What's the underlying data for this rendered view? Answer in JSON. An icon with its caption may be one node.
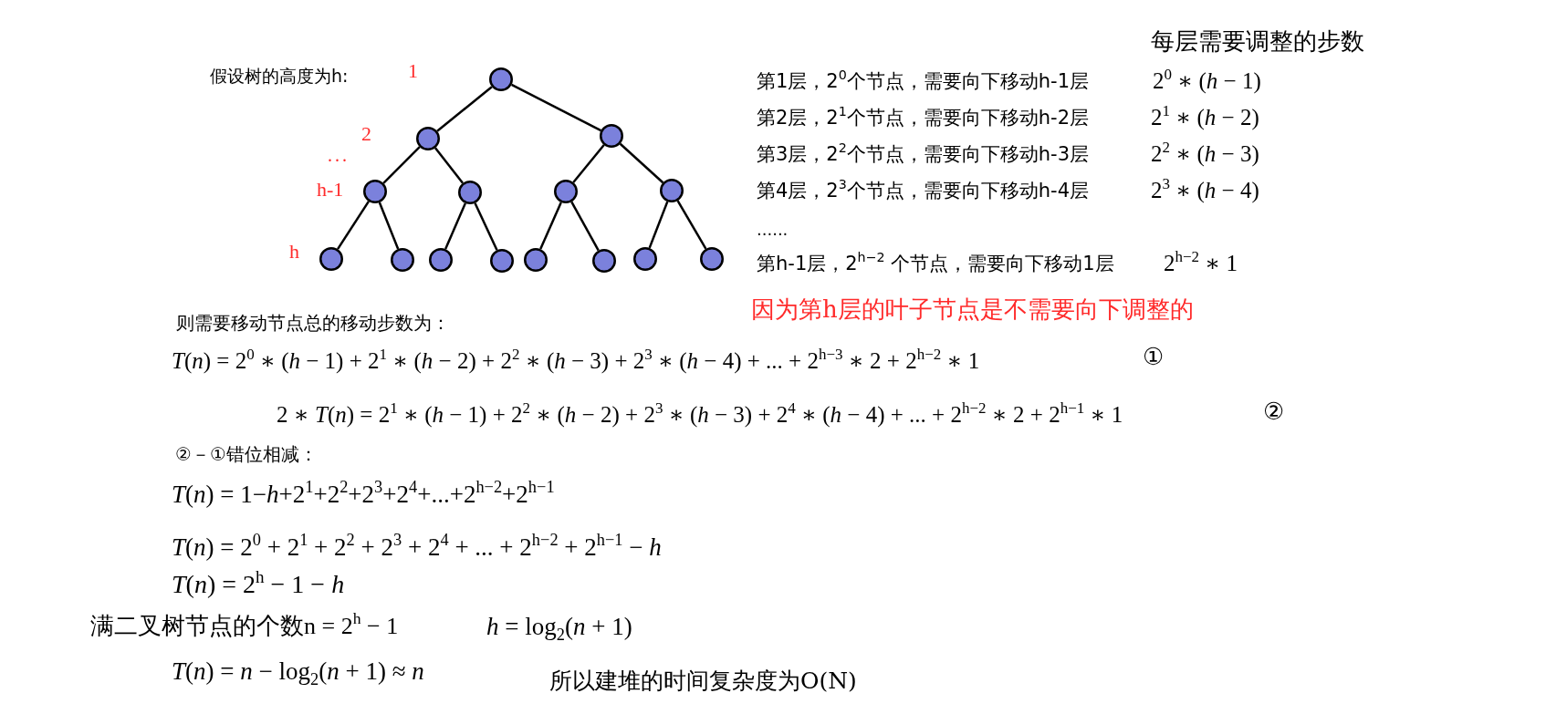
{
  "diagram": {
    "nodes": [
      {
        "text": [],
        "shape": "circle"
      },
      {
        "text": [],
        "shape": "circle"
      },
      {
        "text": [],
        "shape": "circle"
      },
      {
        "text": [],
        "shape": "circle"
      },
      {
        "text": [],
        "shape": "circle"
      },
      {
        "text": [],
        "shape": "circle"
      },
      {
        "text": [],
        "shape": "circle"
      },
      {
        "text": [],
        "shape": "circle"
      },
      {
        "text": [],
        "shape": "circle"
      },
      {
        "text": [],
        "shape": "circle"
      },
      {
        "text": [],
        "shape": "circle"
      },
      {
        "text": [],
        "shape": "circle"
      },
      {
        "text": [],
        "shape": "circle"
      },
      {
        "text": [],
        "shape": "circle"
      },
      {
        "text": [],
        "shape": "circle"
      }
    ],
    "edges": [
      {
        "from": 0,
        "to": 1,
        "arrow": "none"
      },
      {
        "from": 0,
        "to": 2,
        "arrow": "none"
      },
      {
        "from": 1,
        "to": 3,
        "arrow": "none"
      },
      {
        "from": 1,
        "to": 4,
        "arrow": "none"
      },
      {
        "from": 2,
        "to": 5,
        "arrow": "none"
      },
      {
        "from": 2,
        "to": 6,
        "arrow": "none"
      },
      {
        "from": 3,
        "to": 7,
        "arrow": "none"
      },
      {
        "from": 3,
        "to": 8,
        "arrow": "none"
      },
      {
        "from": 4,
        "to": 9,
        "arrow": "none"
      },
      {
        "from": 4,
        "to": 10,
        "arrow": "none"
      },
      {
        "from": 5,
        "to": 11,
        "arrow": "none"
      },
      {
        "from": 5,
        "to": 12,
        "arrow": "none"
      },
      {
        "from": 6,
        "to": 13,
        "arrow": "none"
      },
      {
        "from": 6,
        "to": 14,
        "arrow": "none"
      }
    ],
    "labels": [
      "假设树的高度为h:",
      "1",
      "2",
      "...",
      "h-1",
      "h",
      "每层需要调整的步数",
      "第1层，2$^{0}$个节点，需要向下移动h-1层",
      "2$^{0}$ ∗ (*h* − 1)",
      "第2层，2$^{1}$个节点，需要向下移动h-2层",
      "2$^{1}$ ∗ (*h* − 2)",
      "第3层，2$^{2}$个节点，需要向下移动h-3层",
      "2$^{2}$ ∗ (*h* − 3)",
      "第4层，2$^{3}$个节点，需要向下移动h-4层",
      "2$^{3}$ ∗ (*h* − 4)",
      "......",
      "第h-1层，2$^{h−2}$ 个节点，需要向下移动1层",
      "2$^{h−2}$ ∗ 1",
      "因为第h层的叶子节点是不需要向下调整的",
      "则需要移动节点总的移动步数为：",
      "*T*(*n*) = 2$^{0}$ ∗ (*h* − 1) + 2$^{1}$ ∗ (*h* − 2) + 2$^{2}$ ∗ (*h* − 3) + 2$^{3}$ ∗ (*h* − 4) + ... + 2$^{h−3}$ ∗ 2 + 2$^{h−2}$ ∗ 1",
      "①",
      "2 ∗ *T*(*n*) = 2$^{1}$ ∗ (*h* − 1) + 2$^{2}$ ∗ (*h* − 2) + 2$^{3}$ ∗ (*h* − 3) + 2$^{4}$ ∗ (*h* − 4) + ... + 2$^{h−2}$ ∗ 2 + 2$^{h−1}$ ∗ 1",
      "②",
      "②－①错位相减：",
      "*T*(*n*) = 1−*h*+2$^{1}$+2$^{2}$+2$^{3}$+2$^{4}$+...+2$^{h−2}$+2$^{h−1}$",
      "*T*(*n*) = 2$^{0}$ + 2$^{1}$ + 2$^{2}$ + 2$^{3}$ + 2$^{4}$ + ... + 2$^{h−2}$ + 2$^{h−1}$ − *h*",
      "*T*(*n*) = 2$^{h}$ − 1 − *h*",
      "满二叉树节点的个数n = 2$^{h}$ − 1",
      "*h* = log$_{2}$(*n* + 1)",
      "*T*(*n*) = *n* − log$_{2}$(*n* + 1) ≈ *n*",
      "所以建堆的时间复杂度为O(N)"
    ]
  }
}
